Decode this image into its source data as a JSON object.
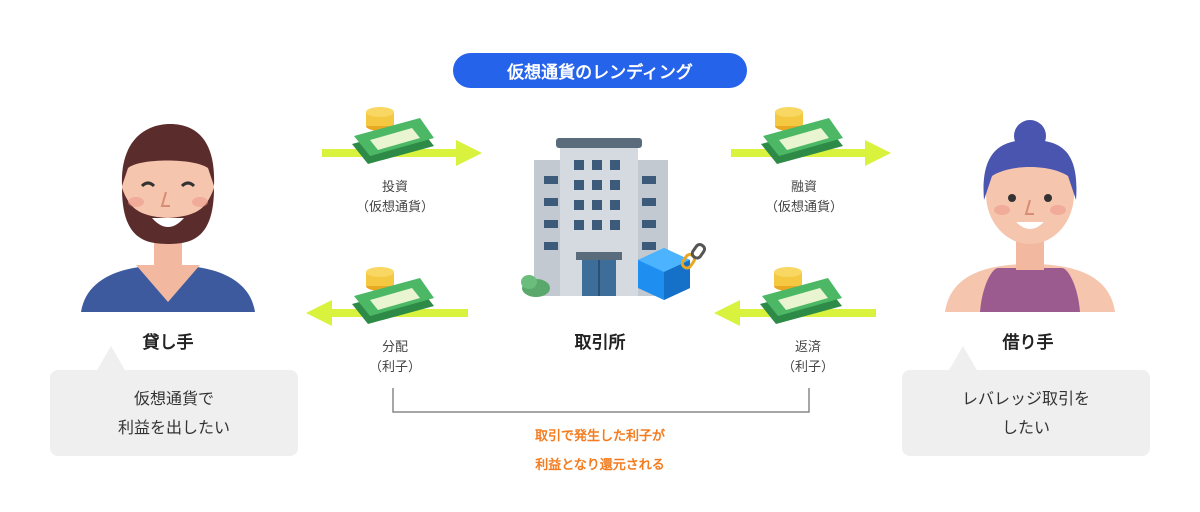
{
  "title": "仮想通貨のレンディング",
  "lender": {
    "role": "貸し手",
    "wish_line1": "仮想通貨で",
    "wish_line2": "利益を出したい"
  },
  "borrower": {
    "role": "借り手",
    "wish_line1": "レバレッジ取引を",
    "wish_line2": "したい"
  },
  "exchange": {
    "label": "取引所"
  },
  "flows": {
    "invest": {
      "line1": "投資",
      "line2": "（仮想通貨）"
    },
    "loan": {
      "line1": "融資",
      "line2": "（仮想通貨）"
    },
    "distribute": {
      "line1": "分配",
      "line2": "（利子）"
    },
    "repay": {
      "line1": "返済",
      "line2": "（利子）"
    }
  },
  "note": {
    "line1": "取引で発生した利子が",
    "line2": "利益となり還元される"
  },
  "colors": {
    "accent": "#2563eb",
    "arrow": "#d9f23d",
    "note": "#f47c1f",
    "bubble": "#efefef"
  }
}
